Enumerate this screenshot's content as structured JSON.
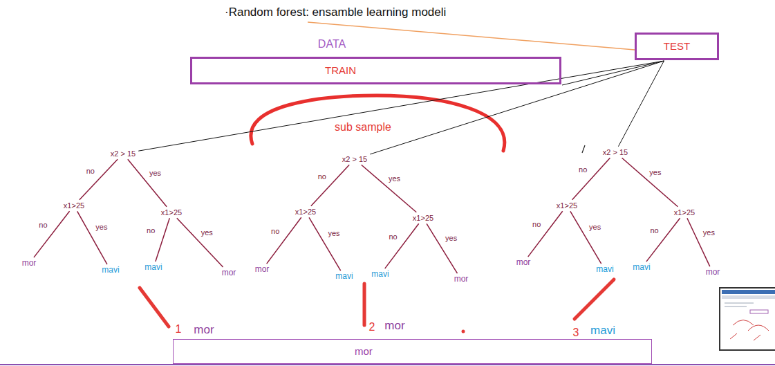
{
  "diagram": {
    "title": "·Random forest: ensamble learning modeli",
    "nodes": [
      {
        "text": [
          "TRAIN"
        ]
      },
      {
        "text": [
          "TEST"
        ]
      },
      {
        "text": [
          "x2 > 15"
        ]
      },
      {
        "text": [
          "x1>25"
        ]
      },
      {
        "text": [
          "x1>25"
        ]
      },
      {
        "text": [
          "mor"
        ]
      },
      {
        "text": [
          "mavi"
        ]
      },
      {
        "text": [
          "mavi"
        ]
      },
      {
        "text": [
          "mor"
        ]
      },
      {
        "text": [
          "x2 > 15"
        ]
      },
      {
        "text": [
          "x1>25"
        ]
      },
      {
        "text": [
          "x1>25"
        ]
      },
      {
        "text": [
          "mor"
        ]
      },
      {
        "text": [
          "mavi"
        ]
      },
      {
        "text": [
          "mavi"
        ]
      },
      {
        "text": [
          "mor"
        ]
      },
      {
        "text": [
          "x2 > 15"
        ]
      },
      {
        "text": [
          "x1>25"
        ]
      },
      {
        "text": [
          "x1>25"
        ]
      },
      {
        "text": [
          "mor"
        ]
      },
      {
        "text": [
          "mavi"
        ]
      },
      {
        "text": [
          "mavi"
        ]
      },
      {
        "text": [
          "mor"
        ]
      },
      {
        "text": [
          "mor"
        ]
      }
    ],
    "edges": [
      {
        "from": 1,
        "to": 0,
        "arrow": "none"
      },
      {
        "from": 1,
        "to": 2,
        "arrow": "none"
      },
      {
        "from": 1,
        "to": 9,
        "arrow": "none"
      },
      {
        "from": 1,
        "to": 16,
        "arrow": "none"
      },
      {
        "from": 2,
        "to": 3,
        "label": "no",
        "arrow": "none"
      },
      {
        "from": 2,
        "to": 4,
        "label": "yes",
        "arrow": "none"
      },
      {
        "from": 3,
        "to": 5,
        "label": "no",
        "arrow": "none"
      },
      {
        "from": 3,
        "to": 6,
        "label": "yes",
        "arrow": "none"
      },
      {
        "from": 4,
        "to": 7,
        "label": "no",
        "arrow": "none"
      },
      {
        "from": 4,
        "to": 8,
        "label": "yes",
        "arrow": "none"
      },
      {
        "from": 9,
        "to": 10,
        "label": "no",
        "arrow": "none"
      },
      {
        "from": 9,
        "to": 11,
        "label": "yes",
        "arrow": "none"
      },
      {
        "from": 10,
        "to": 12,
        "label": "no",
        "arrow": "none"
      },
      {
        "from": 10,
        "to": 13,
        "label": "yes",
        "arrow": "none"
      },
      {
        "from": 11,
        "to": 14,
        "label": "no",
        "arrow": "none"
      },
      {
        "from": 11,
        "to": 15,
        "label": "yes",
        "arrow": "none"
      },
      {
        "from": 16,
        "to": 17,
        "label": "no",
        "arrow": "none"
      },
      {
        "from": 16,
        "to": 18,
        "label": "yes",
        "arrow": "none"
      },
      {
        "from": 17,
        "to": 19,
        "label": "no",
        "arrow": "none"
      },
      {
        "from": 17,
        "to": 20,
        "label": "yes",
        "arrow": "none"
      },
      {
        "from": 18,
        "to": 21,
        "label": "no",
        "arrow": "none"
      },
      {
        "from": 18,
        "to": 22,
        "label": "yes",
        "arrow": "none"
      }
    ],
    "labels": [
      "DATA",
      "sub sample",
      "1",
      "mor",
      "2",
      "mor",
      "3",
      "mavi"
    ]
  }
}
